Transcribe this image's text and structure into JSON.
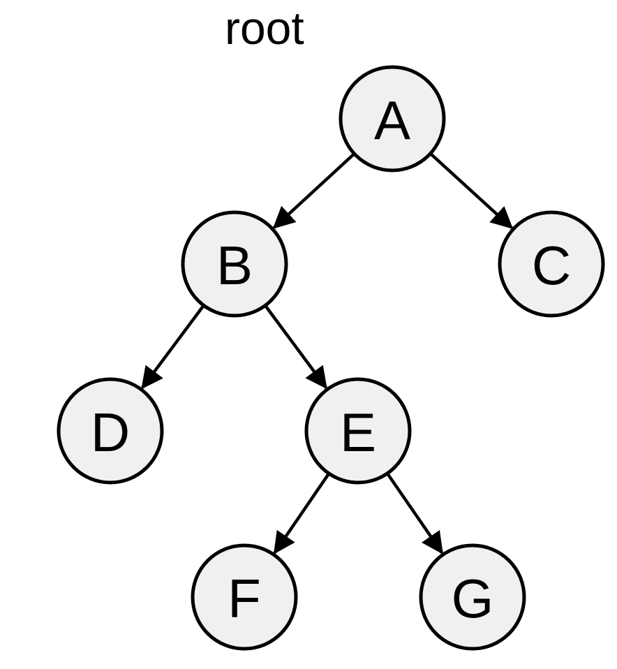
{
  "root_label": "root",
  "colors": {
    "node_fill": "#f0f0f0",
    "stroke": "#000000",
    "background": "#ffffff"
  },
  "nodes": [
    {
      "id": "A",
      "label": "A"
    },
    {
      "id": "B",
      "label": "B"
    },
    {
      "id": "C",
      "label": "C"
    },
    {
      "id": "D",
      "label": "D"
    },
    {
      "id": "E",
      "label": "E"
    },
    {
      "id": "F",
      "label": "F"
    },
    {
      "id": "G",
      "label": "G"
    }
  ],
  "edges": [
    {
      "from": "A",
      "to": "B"
    },
    {
      "from": "A",
      "to": "C"
    },
    {
      "from": "B",
      "to": "D"
    },
    {
      "from": "B",
      "to": "E"
    },
    {
      "from": "E",
      "to": "F"
    },
    {
      "from": "E",
      "to": "G"
    }
  ]
}
